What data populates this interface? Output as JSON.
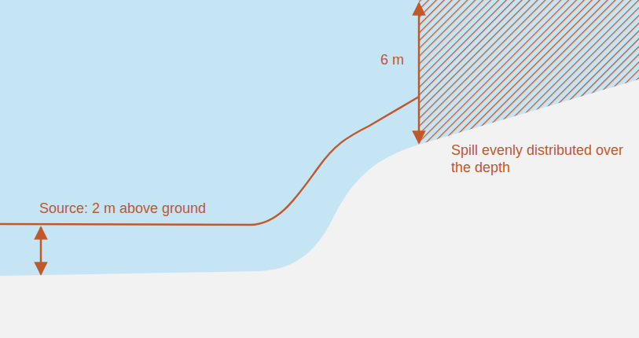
{
  "diagram": {
    "labels": [
      "Source: 2 m above ground",
      "6 m",
      "Spill evenly distributed over the depth"
    ]
  }
}
